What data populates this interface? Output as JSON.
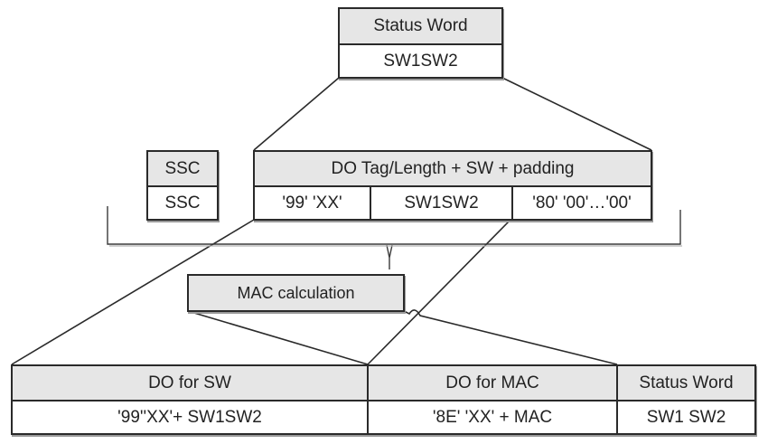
{
  "diagram": {
    "status_word_top": {
      "header": "Status Word",
      "value": "SW1SW2"
    },
    "ssc": {
      "header": "SSC",
      "value": "SSC"
    },
    "do_tag": {
      "header": "DO Tag/Length + SW + padding",
      "cells": [
        "'99' 'XX'",
        "SW1SW2",
        "'80' '00'…'00'"
      ]
    },
    "mac_calculation": {
      "label": "MAC calculation"
    },
    "response": {
      "columns": [
        {
          "header": "DO for SW",
          "value": "'99''XX'+ SW1SW2"
        },
        {
          "header": "DO for MAC",
          "value": "'8E' 'XX' + MAC"
        },
        {
          "header": "Status Word",
          "value": "SW1 SW2"
        }
      ]
    },
    "colors": {
      "header_fill": "#e6e6e6",
      "line": "#2a2a2a",
      "value_fill": "#ffffff"
    }
  }
}
